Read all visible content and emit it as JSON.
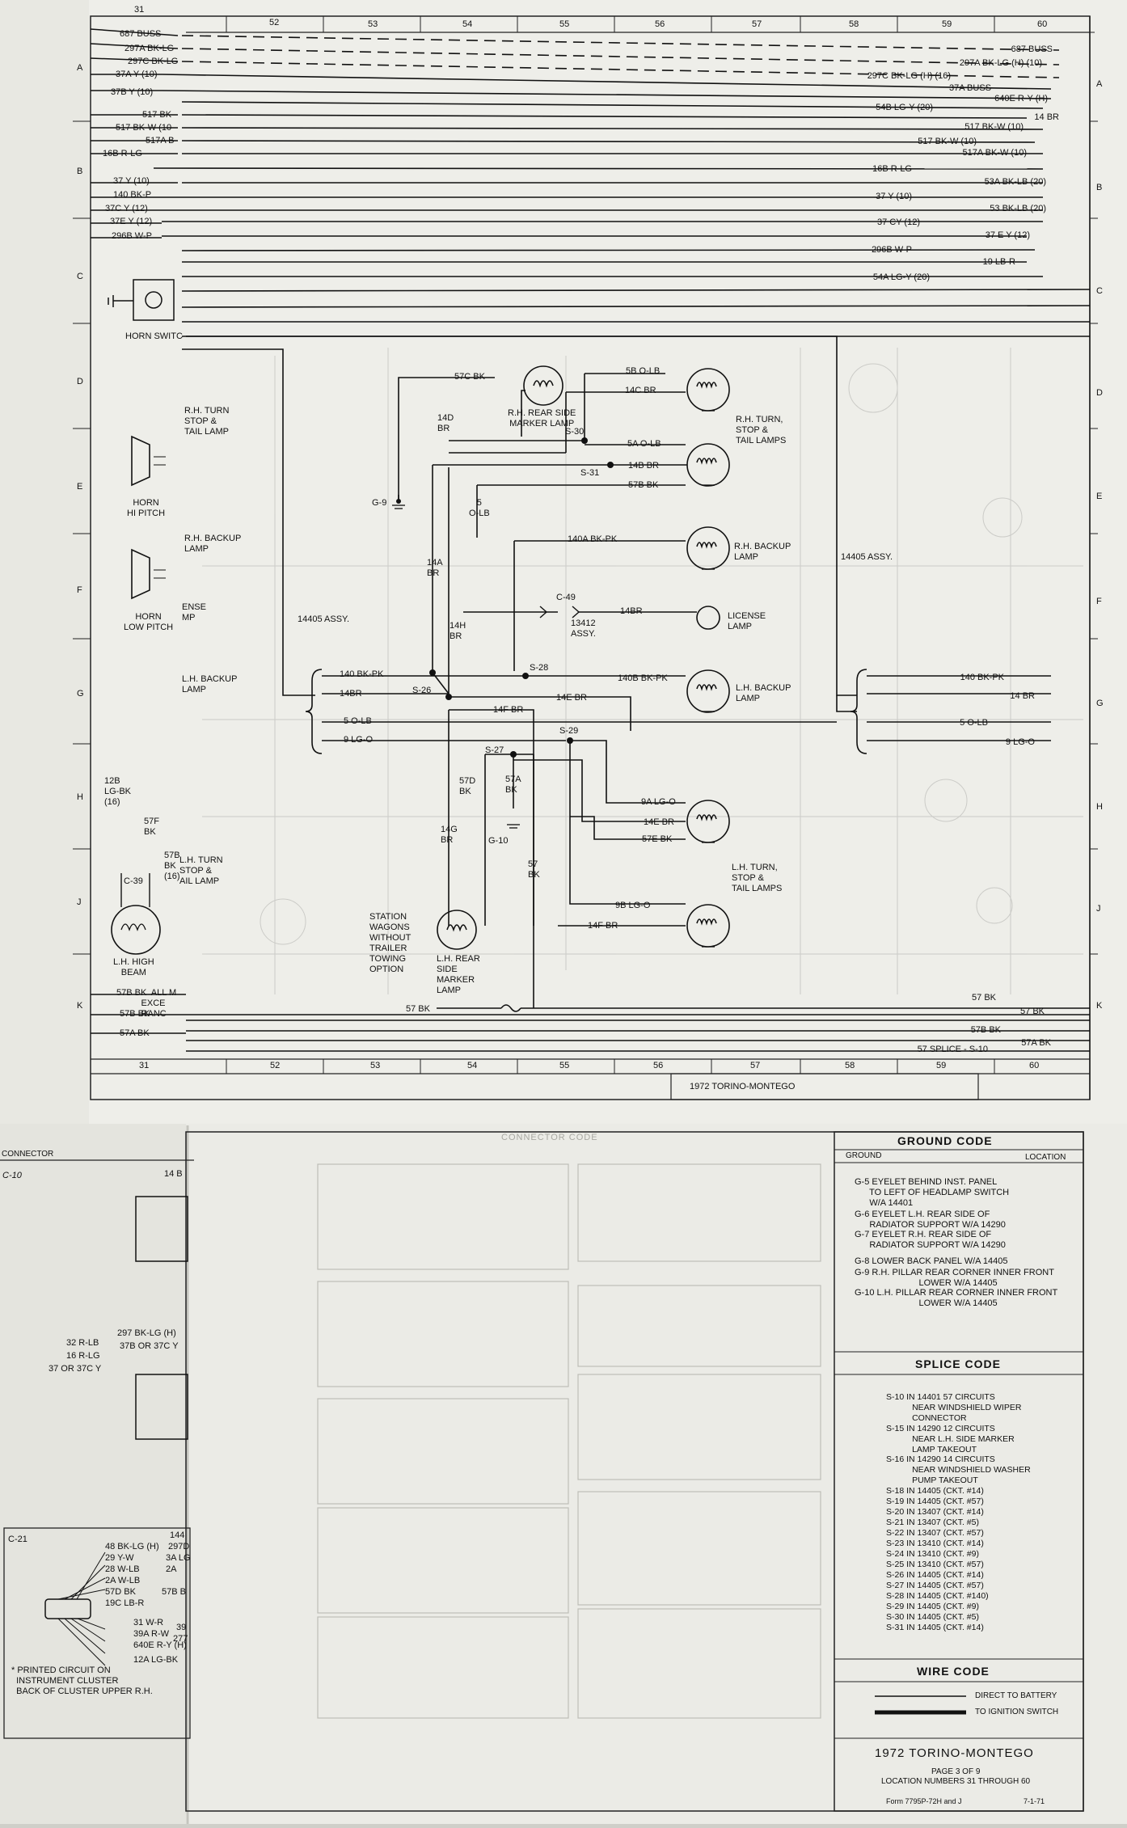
{
  "diagram": {
    "columns_top": [
      "31",
      "52",
      "53",
      "54",
      "55",
      "56",
      "57",
      "58",
      "59",
      "60"
    ],
    "columns_bottom": [
      "31",
      "52",
      "53",
      "54",
      "55",
      "56",
      "57",
      "58",
      "59",
      "60"
    ],
    "rows": [
      "A",
      "B",
      "C",
      "D",
      "E",
      "F",
      "G",
      "H",
      "J",
      "K"
    ],
    "left_wires": [
      "687 BUSS",
      "297A BK-LG",
      "297C BK-LG",
      "37A Y (10)",
      "37B Y (10)",
      "517 BK-",
      "517 BK-W (10",
      "517A B",
      "16B R-LG",
      "37 Y (10)",
      "140 BK-P",
      "37C Y (12)",
      "37E Y (12)",
      "296B W-P"
    ],
    "right_wires": [
      "687 BUSS",
      "297A BK-LG (H) (10)",
      "297C BK-LG (H) (16)",
      "37A BUSS",
      "640E R-Y (H)",
      "54B LG-Y (20)",
      "14 BR",
      "517 BK-W (10)",
      "517 BK-W (10)",
      "517A BK-W (10)",
      "16B R-LG",
      "53A BK-LB (20)",
      "37 Y (10)",
      "53 BK-LB (20)",
      "37 CY (12)",
      "37 E Y (12)",
      "296B W-P",
      "19 LB-R",
      "54A LG-Y (20)"
    ],
    "components": {
      "horn_switch": "HORN SWITC",
      "horn_hi": "HORN\nHI PITCH",
      "horn_low": "HORN\nLOW PITCH",
      "rh_turn_left": "R.H. TURN\nSTOP &\nTAIL LAMP",
      "rh_backup_left": "R.H. BACKUP\nLAMP",
      "license_left": "ENSE\nMP",
      "lh_backup_left": "L.H. BACKUP\nLAMP",
      "lh_high_beam": "L.H. HIGH\nBEAM",
      "lh_turn_left": "L.H. TURN\nSTOP &\nAIL LAMP",
      "rh_rear_side": "R.H. REAR SIDE\nMARKER LAMP",
      "rh_turn_stop": "R.H. TURN,\nSTOP &\nTAIL LAMPS",
      "rh_backup": "R.H. BACKUP\nLAMP",
      "license": "LICENSE\nLAMP",
      "lh_backup": "L.H. BACKUP\nLAMP",
      "lh_turn_stop": "L.H. TURN,\nSTOP &\nTAIL LAMPS",
      "lh_rear_side": "L.H. REAR\nSIDE\nMARKER\nLAMP",
      "station_wagons": "STATION\nWAGONS\nWITHOUT\nTRAILER\nTOWING\nOPTION",
      "assy_14405_left": "14405 ASSY.",
      "assy_14405_right": "14405 ASSY.",
      "assy_13412": "13412\nASSY."
    },
    "wire_labels": {
      "w57c": "57C BK",
      "w5b": "5B O-LB",
      "w14c": "14C BR",
      "w14d": "14D\nBR",
      "w5a": "5A O-LB",
      "w14b": "14B BR",
      "w57b": "57B BK",
      "w5": "5\nO-LB",
      "w140a": "140A BK-PK",
      "w14a": "14A\nBR",
      "c49": "C-49",
      "w14br": "14BR",
      "w14h": "14H\nBR",
      "w140b": "140B BK-PK",
      "w14e": "14E BR",
      "w14f": "14F BR",
      "w57d": "57D\nBK",
      "w57a": "57A\nBK",
      "w14g": "14G\nBR",
      "w57": "57\nBK",
      "w9a": "9A LG-O",
      "w14e2": "14E BR",
      "w57e": "57E BK",
      "w9b": "9B LG-O",
      "w14f2": "14F BR",
      "w57bk": "57 BK",
      "s30": "S-30",
      "s31": "S-31",
      "s28": "S-28",
      "s26": "S-26",
      "s29": "S-29",
      "s27": "S-27",
      "g9": "G-9",
      "g10": "G-10",
      "c39": "C-39",
      "l140": "140 BK-PK",
      "l14": "14BR",
      "l5": "5 O-LB",
      "l9": "9 LG-O",
      "r140": "140 BK-PK",
      "r14": "14 BR",
      "r5": "5 O-LB",
      "r9": "9 LG-O",
      "w12b": "12B\nLG-BK\n(16)",
      "w57f": "57F\nBK",
      "w57bleft": "57B\nBK\n(16)",
      "bot_57bk_all": "57B BK  ALL M\n          EXCE\n          RANC",
      "bot_57bk2": "57B BK",
      "bot_57abk": "57A BK",
      "bot_r57bk": "57 BK",
      "bot_r57bk2": "57 BK",
      "bot_r57bbk": "57B BK",
      "bot_splice": "57 SPLICE - S-10",
      "bot_57abk_r": "57A BK"
    },
    "footer": "1972 TORINO-MONTEGO"
  },
  "lower": {
    "connector_label": "CONNECTOR",
    "c10": "C-10",
    "c10_wire": "14 B",
    "conn_wires": [
      "32 R-LB",
      "16 R-LG",
      "37 OR 37C Y"
    ],
    "conn_wires2": [
      "297 BK-LG (H)",
      "37B OR 37C Y"
    ],
    "c21": "C-21",
    "c21_left": [
      "48 BK-LG (H)",
      "29 Y-W",
      "28 W-LB",
      "2A W-LB",
      "57D BK",
      "19C LB-R",
      "31 W-R",
      "39A R-W",
      "640E R-Y (H)",
      "12A LG-BK"
    ],
    "c21_right": [
      "144",
      "297D",
      "3A LG",
      "2A",
      "57B B",
      "39",
      "277"
    ],
    "printed_circuit": "* PRINTED CIRCUIT ON\n  INSTRUMENT CLUSTER\n  BACK OF CLUSTER UPPER R.H.",
    "connector_code": "CONNECTOR CODE"
  },
  "ground_code": {
    "title": "GROUND CODE",
    "col1": "GROUND",
    "col2": "LOCATION",
    "items": [
      "G-5 EYELET BEHIND INST. PANEL\n      TO LEFT OF HEADLAMP SWITCH\n      W/A 14401",
      "G-6 EYELET L.H. REAR SIDE OF\n      RADIATOR SUPPORT W/A 14290",
      "G-7 EYELET R.H. REAR SIDE OF\n      RADIATOR SUPPORT W/A 14290",
      "G-8 LOWER BACK PANEL W/A 14405",
      "G-9 R.H. PILLAR REAR CORNER INNER FRONT\n                          LOWER W/A 14405",
      "G-10 L.H. PILLAR REAR CORNER INNER FRONT\n                          LOWER W/A 14405"
    ]
  },
  "splice_code": {
    "title": "SPLICE CODE",
    "items": [
      "S-10 IN 14401 57 CIRCUITS\n           NEAR WINDSHIELD WIPER\n           CONNECTOR",
      "S-15 IN 14290 12 CIRCUITS\n           NEAR L.H. SIDE MARKER\n           LAMP TAKEOUT",
      "S-16 IN 14290 14 CIRCUITS\n           NEAR WINDSHIELD WASHER\n           PUMP TAKEOUT",
      "S-18 IN 14405 (CKT. #14)",
      "S-19 IN 14405 (CKT. #57)",
      "S-20 IN 13407 (CKT. #14)",
      "S-21 IN 13407 (CKT. #5)",
      "S-22 IN 13407 (CKT. #57)",
      "S-23 IN 13410 (CKT. #14)",
      "S-24 IN 13410 (CKT. #9)",
      "S-25 IN 13410 (CKT. #57)",
      "S-26 IN 14405 (CKT. #14)",
      "S-27 IN 14405 (CKT. #57)",
      "S-28 IN 14405 (CKT. #140)",
      "S-29 IN 14405 (CKT. #9)",
      "S-30 IN 14405 (CKT. #5)",
      "S-31 IN 14405 (CKT. #14)"
    ]
  },
  "wire_code": {
    "title": "WIRE CODE",
    "battery": "DIRECT TO BATTERY",
    "ignition": "TO IGNITION SWITCH"
  },
  "title_block": {
    "title": "1972 TORINO-MONTEGO",
    "page": "PAGE 3 OF 9",
    "locations": "LOCATION NUMBERS 31 THROUGH 60",
    "form": "Form 7795P-72H and J",
    "date": "7-1-71"
  }
}
